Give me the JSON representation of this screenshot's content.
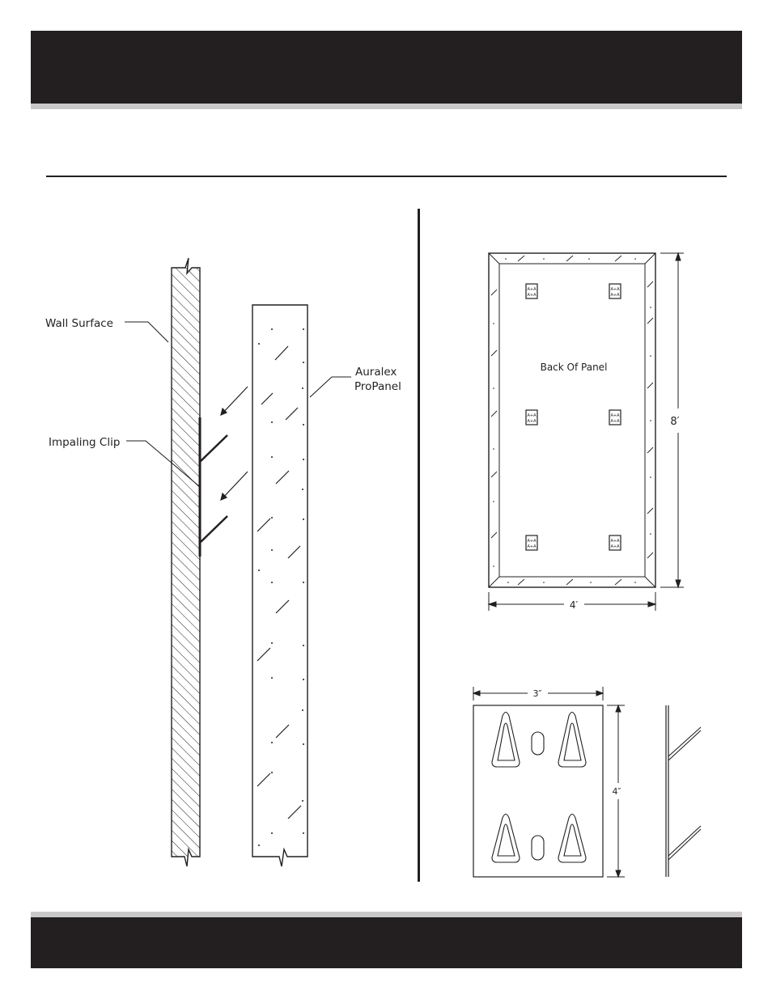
{
  "section_view": {
    "wall_surface_label": "Wall Surface",
    "impaling_clip_label": "Impaling Clip",
    "panel_label_line1": "Auralex",
    "panel_label_line2": "ProPanel"
  },
  "panel_back_view": {
    "center_label": "Back Of Panel",
    "height_dim": "8′",
    "width_dim": "4′",
    "clip_logo_row1": "A+A",
    "clip_logo_row2": "A+A"
  },
  "clip_detail": {
    "width_dim": "3″",
    "height_dim": "4″"
  },
  "colors": {
    "header_band": "#231f20",
    "band_shadow": "#c8c8c8",
    "line": "#231f20"
  }
}
